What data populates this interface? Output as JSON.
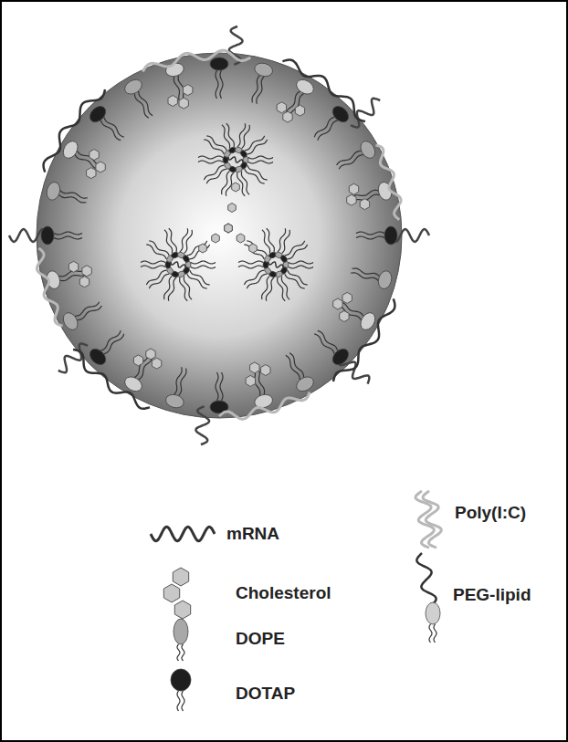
{
  "diagram": {
    "legend": [
      {
        "text": "mRNA"
      },
      {
        "text": "Cholesterol"
      },
      {
        "text": "DOPE"
      },
      {
        "text": "DOTAP"
      },
      {
        "text": "Poly(I:C)"
      },
      {
        "text": "PEG-lipid"
      }
    ]
  }
}
